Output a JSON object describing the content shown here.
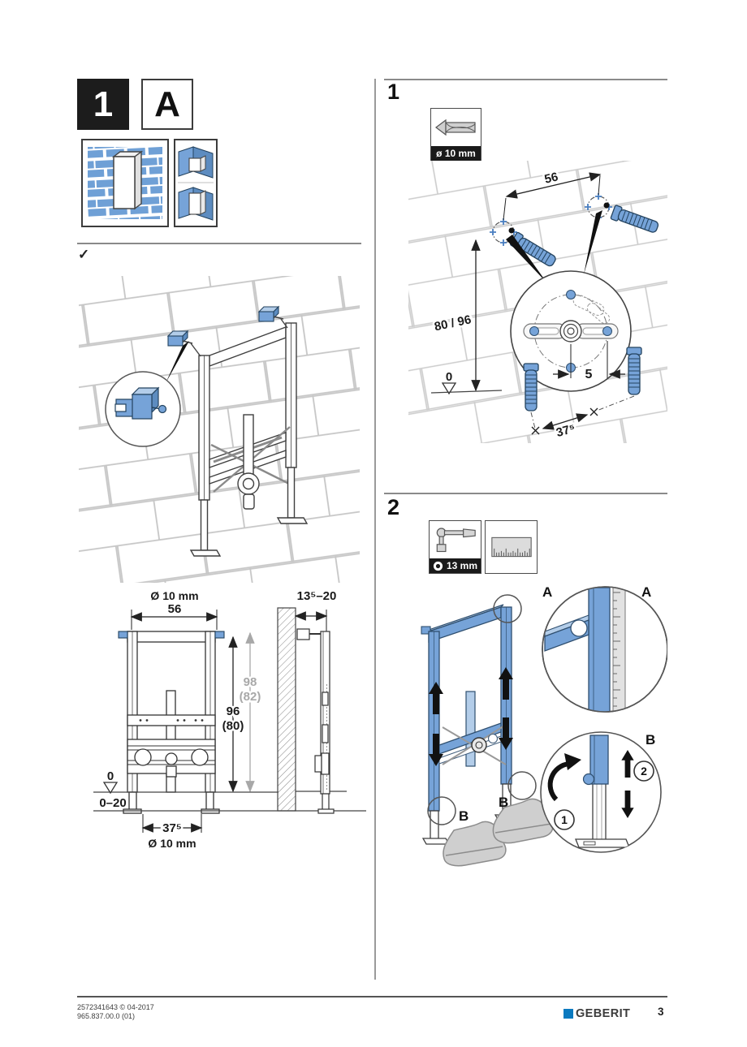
{
  "pictograms": {
    "step_number": "1",
    "variant_letter": "A",
    "checkmark": "✓"
  },
  "colors": {
    "illustration_blue": "#76A3D8",
    "illustration_blue_light": "#B3CDE9",
    "badge_black": "#1A1A1A",
    "geberit_blue": "#0B7AC0",
    "dim_gray": "#A8A8A8"
  },
  "dimension_drawing": {
    "drill_top": "Ø 10 mm",
    "width_top": "56",
    "wall_distance": "13⁵–20",
    "height_alt": "98",
    "height_alt_note": "(82)",
    "height_main": "96",
    "height_main_note": "(80)",
    "zero_level": "0",
    "floor_range": "0–20",
    "anchor_spacing": "37⁵",
    "drill_bottom": "Ø 10 mm"
  },
  "step1": {
    "number": "1",
    "tool_badge": "ø 10 mm",
    "dim_width": "56",
    "dim_height": "80 / 96",
    "dim_center_offset": "5",
    "zero_level": "0",
    "dim_anchor_spacing": "37⁵"
  },
  "step2": {
    "number": "2",
    "tool_badge": "13 mm",
    "callout_a": "A",
    "callout_b": "B",
    "action_1": "1",
    "action_2": "2"
  },
  "footer": {
    "doc_code": "2572341643 © 04-2017",
    "article_code": "965.837.00.0 (01)",
    "brand": "GEBERIT",
    "page_number": "3"
  }
}
